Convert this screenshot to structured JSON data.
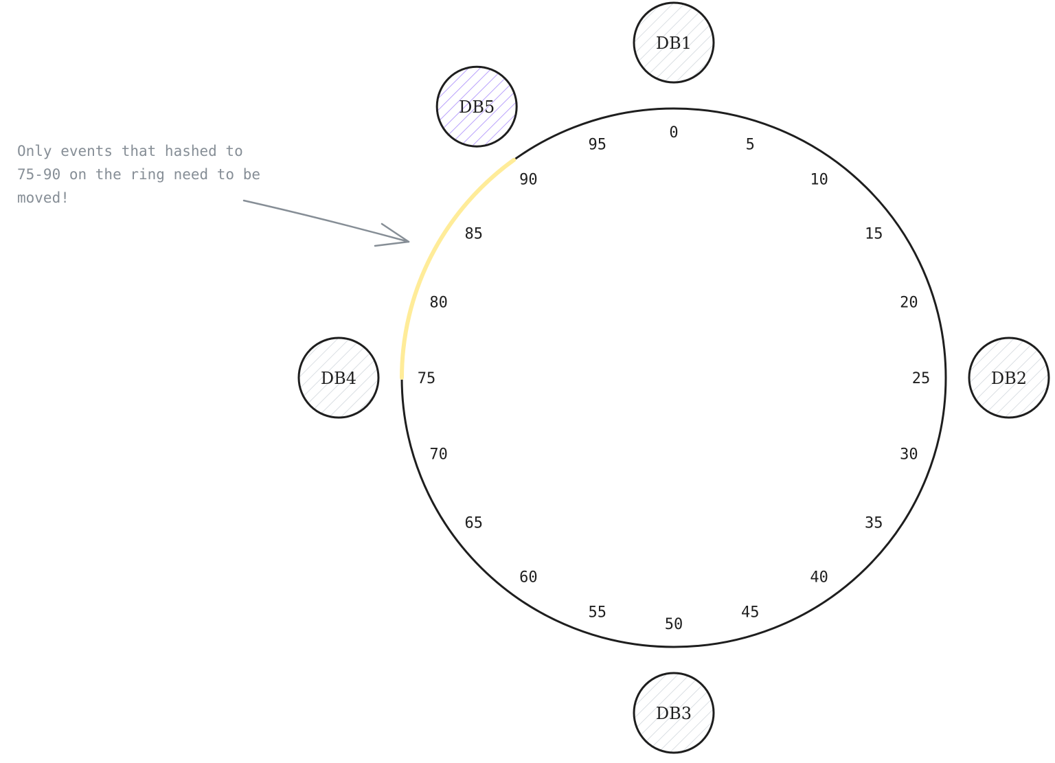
{
  "ring": {
    "labels": [
      "0",
      "5",
      "10",
      "15",
      "20",
      "25",
      "30",
      "35",
      "40",
      "45",
      "50",
      "55",
      "60",
      "65",
      "70",
      "75",
      "80",
      "85",
      "90",
      "95"
    ],
    "highlight_range": [
      75,
      90
    ],
    "highlight_color": "#ffec99",
    "stroke_color": "#1e1e1e"
  },
  "nodes": [
    {
      "label": "DB1",
      "position_value": 0,
      "hatch_color": "#ced4da"
    },
    {
      "label": "DB2",
      "position_value": 25,
      "hatch_color": "#ced4da"
    },
    {
      "label": "DB3",
      "position_value": 50,
      "hatch_color": "#ced4da"
    },
    {
      "label": "DB4",
      "position_value": 75,
      "hatch_color": "#ced4da"
    },
    {
      "label": "DB5",
      "position_value": 90,
      "hatch_color": "#b197fc"
    }
  ],
  "annotation": {
    "lines": [
      "Only events that hashed to",
      "75-90 on the ring need to be",
      "moved!"
    ],
    "color": "#868e96"
  }
}
